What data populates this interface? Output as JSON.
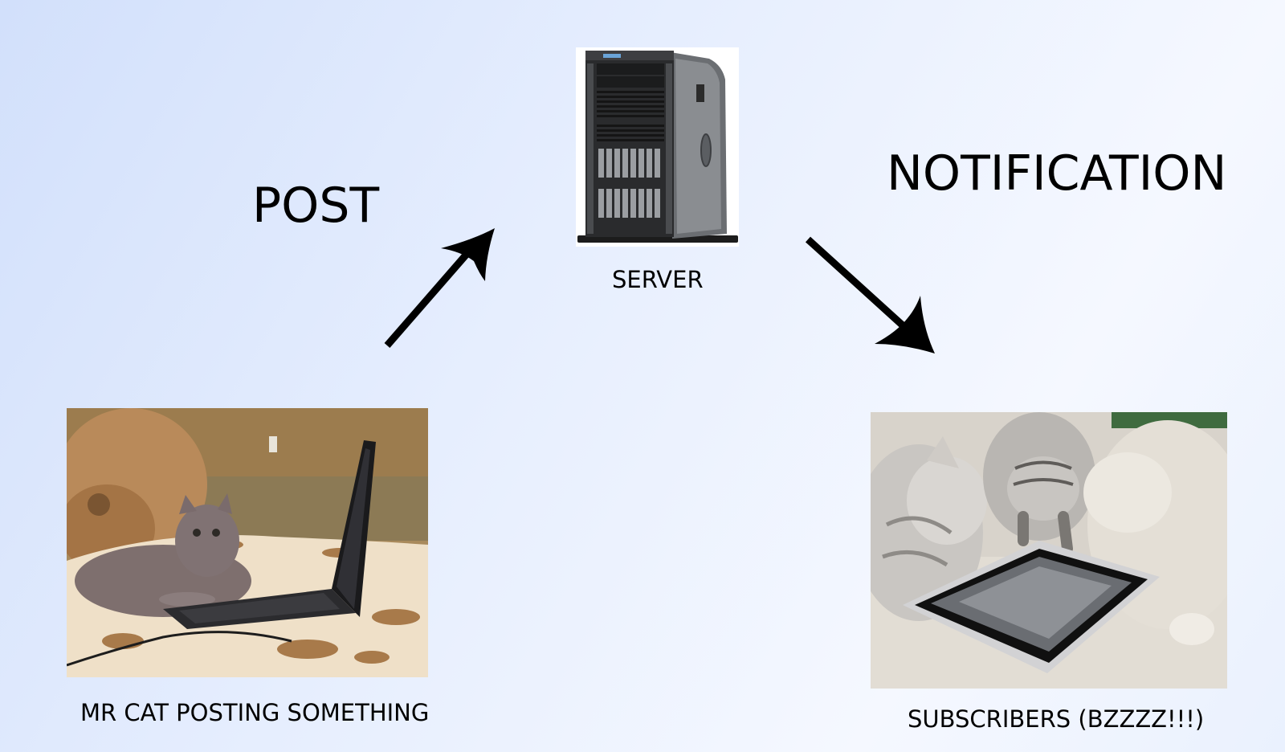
{
  "diagram": {
    "edges": [
      {
        "label": "POST"
      },
      {
        "label": "NOTIFICATION"
      }
    ],
    "nodes": {
      "server": {
        "label": "SERVER",
        "icon": "server-tower-icon"
      },
      "poster": {
        "label": "MR CAT POSTING SOMETHING",
        "icon": "cat-laptop-photo"
      },
      "subscribers": {
        "label": "SUBSCRIBERS (BZZZZ!!!)",
        "icon": "kittens-tablet-photo"
      }
    }
  }
}
